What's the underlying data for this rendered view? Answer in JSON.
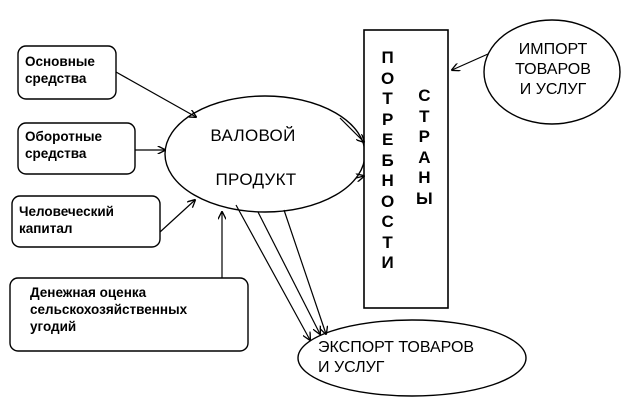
{
  "inputs": [
    {
      "id": "fixed-assets",
      "lines": [
        "Основные",
        "средства"
      ]
    },
    {
      "id": "working-capital",
      "lines": [
        "Оборотные",
        "средства"
      ]
    },
    {
      "id": "human-capital",
      "lines": [
        "Человеческий",
        "капитал"
      ]
    },
    {
      "id": "land-valuation",
      "lines": [
        "Денежная оценка",
        "сельскохозяйственных",
        "угодий"
      ]
    }
  ],
  "gross_product": {
    "line1": "ВАЛОВОЙ",
    "line2": "ПРОДУКТ"
  },
  "needs": {
    "column1": [
      "П",
      "О",
      "Т",
      "Р",
      "Е",
      "Б",
      "Н",
      "О",
      "С",
      "Т",
      "И"
    ],
    "column2": [
      "С",
      "Т",
      "Р",
      "А",
      "Н",
      "Ы"
    ]
  },
  "imports": {
    "lines": [
      "ИМПОРТ",
      "ТОВАРОВ",
      "И УСЛУГ"
    ]
  },
  "exports": {
    "lines": [
      "ЭКСПОРТ ТОВАРОВ",
      "И УСЛУГ"
    ]
  }
}
